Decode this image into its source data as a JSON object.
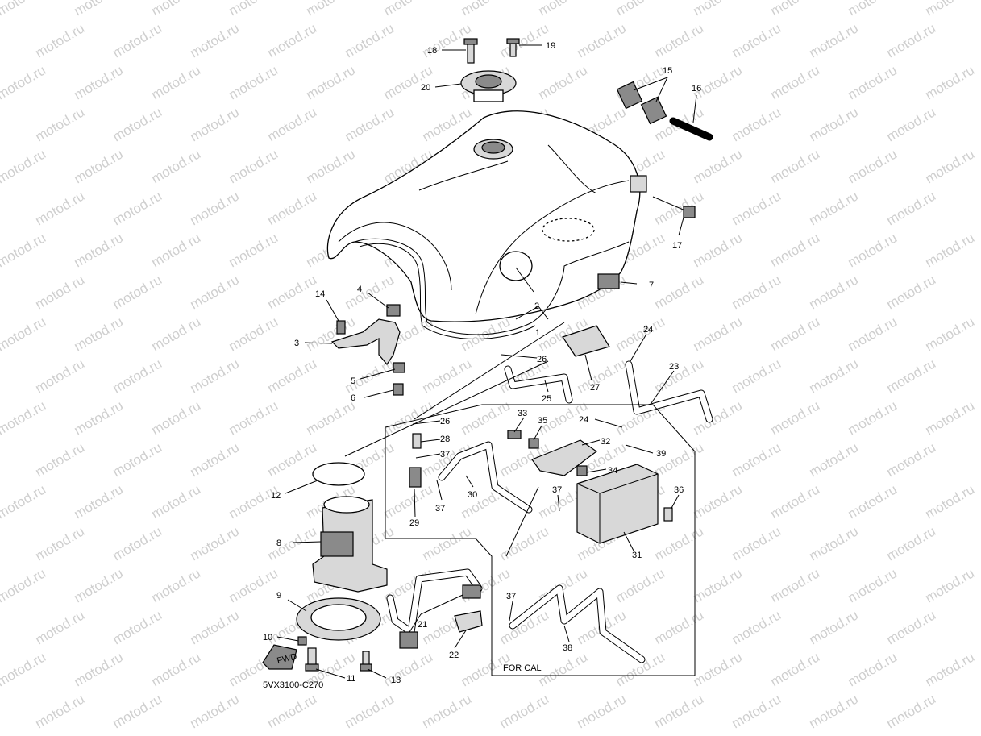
{
  "watermark": "motod.ru",
  "diagram_code": "5VX3100-C270",
  "for_cal_label": "FOR CAL",
  "fwd_label": "FWD",
  "callouts": [
    {
      "n": "1"
    },
    {
      "n": "2"
    },
    {
      "n": "3"
    },
    {
      "n": "4"
    },
    {
      "n": "5"
    },
    {
      "n": "6"
    },
    {
      "n": "7"
    },
    {
      "n": "8"
    },
    {
      "n": "9"
    },
    {
      "n": "10"
    },
    {
      "n": "11"
    },
    {
      "n": "12"
    },
    {
      "n": "13"
    },
    {
      "n": "14"
    },
    {
      "n": "15"
    },
    {
      "n": "16"
    },
    {
      "n": "17"
    },
    {
      "n": "18"
    },
    {
      "n": "19"
    },
    {
      "n": "20"
    },
    {
      "n": "21"
    },
    {
      "n": "22"
    },
    {
      "n": "23"
    },
    {
      "n": "24"
    },
    {
      "n": "24"
    },
    {
      "n": "25"
    },
    {
      "n": "26"
    },
    {
      "n": "26"
    },
    {
      "n": "27"
    },
    {
      "n": "28"
    },
    {
      "n": "29"
    },
    {
      "n": "30"
    },
    {
      "n": "31"
    },
    {
      "n": "32"
    },
    {
      "n": "33"
    },
    {
      "n": "34"
    },
    {
      "n": "35"
    },
    {
      "n": "36"
    },
    {
      "n": "37"
    },
    {
      "n": "37"
    },
    {
      "n": "37"
    },
    {
      "n": "37"
    },
    {
      "n": "38"
    },
    {
      "n": "39"
    }
  ]
}
